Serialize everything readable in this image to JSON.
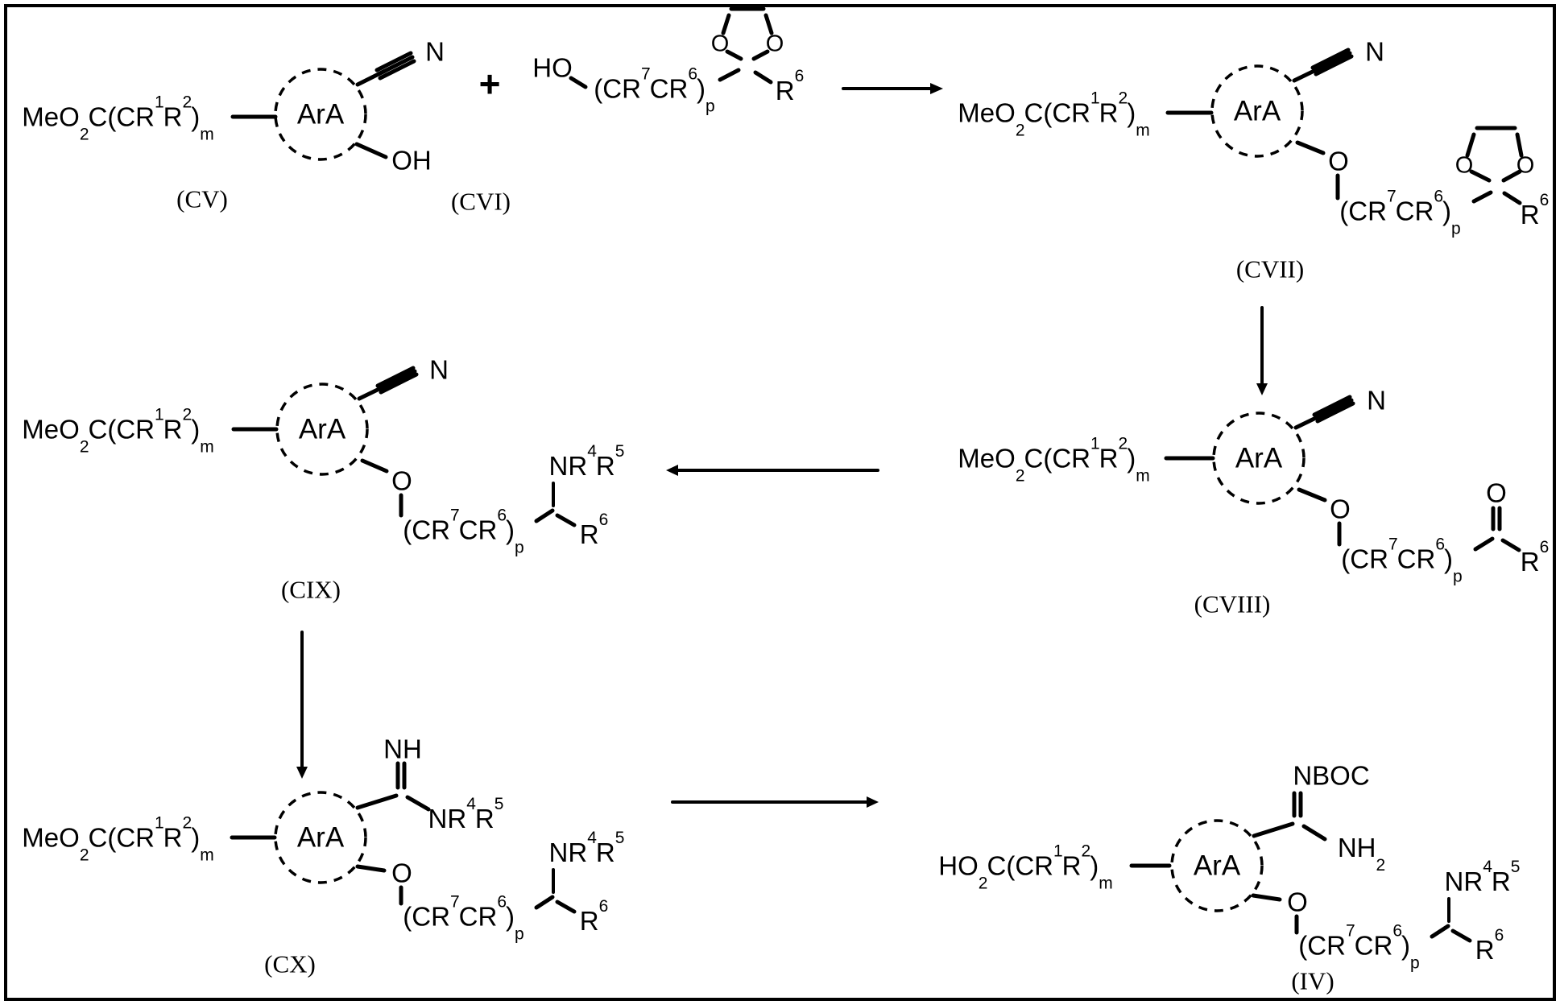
{
  "figure": {
    "type": "chemical-reaction-scheme",
    "background_color": "#ffffff",
    "ink_color": "#000000",
    "description_labels_order": [
      "(CV)",
      "(CVI)",
      "(CVII)",
      "(CVIII)",
      "(CIX)",
      "(CX)",
      "(IV)"
    ]
  },
  "formulas": {
    "meo2c": [
      [
        "t",
        "MeO"
      ],
      [
        "sub",
        "2"
      ],
      [
        "t",
        "C(CR"
      ],
      [
        "sup",
        "1"
      ],
      [
        "t",
        "R"
      ],
      [
        "sup",
        "2"
      ],
      [
        "t",
        ")"
      ],
      [
        "sub",
        "m"
      ]
    ],
    "ho2c": [
      [
        "t",
        "HO"
      ],
      [
        "sub",
        "2"
      ],
      [
        "t",
        "C(CR"
      ],
      [
        "sup",
        "1"
      ],
      [
        "t",
        "R"
      ],
      [
        "sup",
        "2"
      ],
      [
        "t",
        ")"
      ],
      [
        "sub",
        "m"
      ]
    ],
    "chain": [
      [
        "t",
        "(CR"
      ],
      [
        "sup",
        "7"
      ],
      [
        "t",
        "CR"
      ],
      [
        "sup",
        "6"
      ],
      [
        "t",
        ")"
      ],
      [
        "sub",
        "p"
      ]
    ],
    "nr4r5": [
      [
        "t",
        "NR"
      ],
      [
        "sup",
        "4"
      ],
      [
        "t",
        "R"
      ],
      [
        "sup",
        "5"
      ]
    ],
    "r6": [
      [
        "t",
        "R"
      ],
      [
        "sup",
        "6"
      ]
    ],
    "nh2": [
      [
        "t",
        "NH"
      ],
      [
        "sub",
        "2"
      ]
    ]
  },
  "texts": {
    "ara": "ArA",
    "plus": "+",
    "ho": "HO",
    "oh": "OH",
    "n": "N",
    "o": "O",
    "nh": "NH",
    "nboc": "NBOC"
  },
  "labels": {
    "cv": "(CV)",
    "cvi": "(CVI)",
    "cvii": "(CVII)",
    "cviii": "(CVIII)",
    "cix": "(CIX)",
    "cx": "(CX)",
    "iv": "(IV)"
  }
}
